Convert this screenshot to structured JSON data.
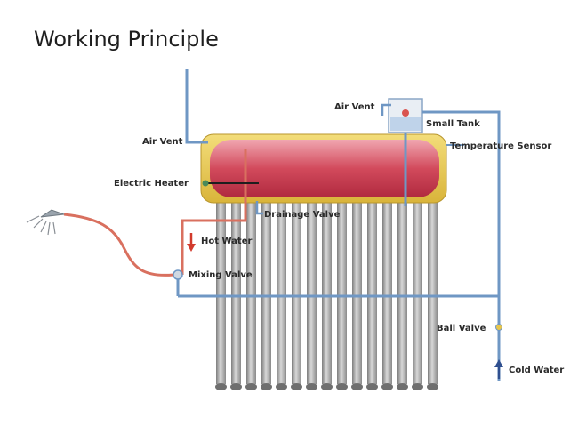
{
  "title": "Working Principle",
  "labels": {
    "air_vent_top": "Air Vent",
    "small_tank": "Small Tank",
    "air_vent_left": "Air Vent",
    "temperature_sensor": "Temperature Sensor",
    "electric_heater": "Electric Heater",
    "drainage_valve": "Drainage Valve",
    "hot_water": "Hot Water",
    "mixing_valve": "Mixing Valve",
    "ball_valve": "Ball Valve",
    "cold_water": "Cold Water"
  },
  "colors": {
    "pipe_blue": "#6f97c4",
    "pipe_red": "#d9705f",
    "tank_frame": "#e8c64a",
    "tank_core": "#c7364a",
    "tube": "#a9a9a9",
    "arrow_red": "#d23a2c",
    "arrow_blue": "#2f4f8f"
  },
  "icons": {
    "hot_arrow": "arrow-down-red-icon",
    "cold_arrow": "arrow-up-blue-icon",
    "shower": "shower-head-icon"
  }
}
